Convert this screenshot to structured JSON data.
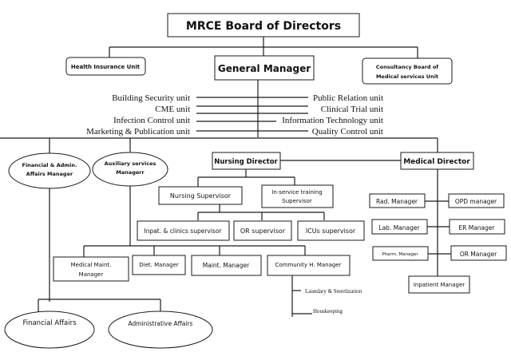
{
  "title": "MRCE Board of Directors",
  "top_units": {
    "left": "Health Insurance Unit",
    "center": "General Manager",
    "right": [
      "Consultancy Board of",
      "Medical services Unit"
    ]
  },
  "staff_units_left": [
    "Building Security unit",
    "CME unit",
    "Infection Control unit",
    "Marketing & Publication unit"
  ],
  "staff_units_right": [
    "Public Relation unit",
    "Clinical Trial unit",
    "Information Technology unit",
    "Quality Control unit"
  ],
  "managers": {
    "financial_admin": [
      "Financial & Admin.",
      "Affairs Manager"
    ],
    "auxiliary": [
      "Auxiliary services",
      "Managerr"
    ],
    "nursing_director": "Nursing Director",
    "medical_director": "Medical Director"
  },
  "nursing": {
    "nursing_supervisor": "Nursing Supervisor",
    "inservice": [
      "In-service training",
      "Supervisor"
    ],
    "supervisors": [
      "Inpat. & clinics supervisor",
      "OR supervisor",
      "ICUs supervisor"
    ]
  },
  "auxiliary_units": {
    "medical_maint": [
      "Medical Maint.",
      "Manager"
    ],
    "diet": "Diet. Manager",
    "maint": "Maint. Manager",
    "community": "Community H. Manager",
    "community_children": [
      "Laundary & Sterelization",
      "Houskeeping"
    ]
  },
  "financial_units": [
    "Financial Affairs",
    "Administrative Affairs"
  ],
  "medical": {
    "left": [
      "Rad. Manager",
      "Lab. Manager",
      "Pharm. Manager"
    ],
    "right": [
      "OPD manager",
      "ER Manager",
      "OR Manager"
    ],
    "bottom": "Inpatient Manager"
  }
}
